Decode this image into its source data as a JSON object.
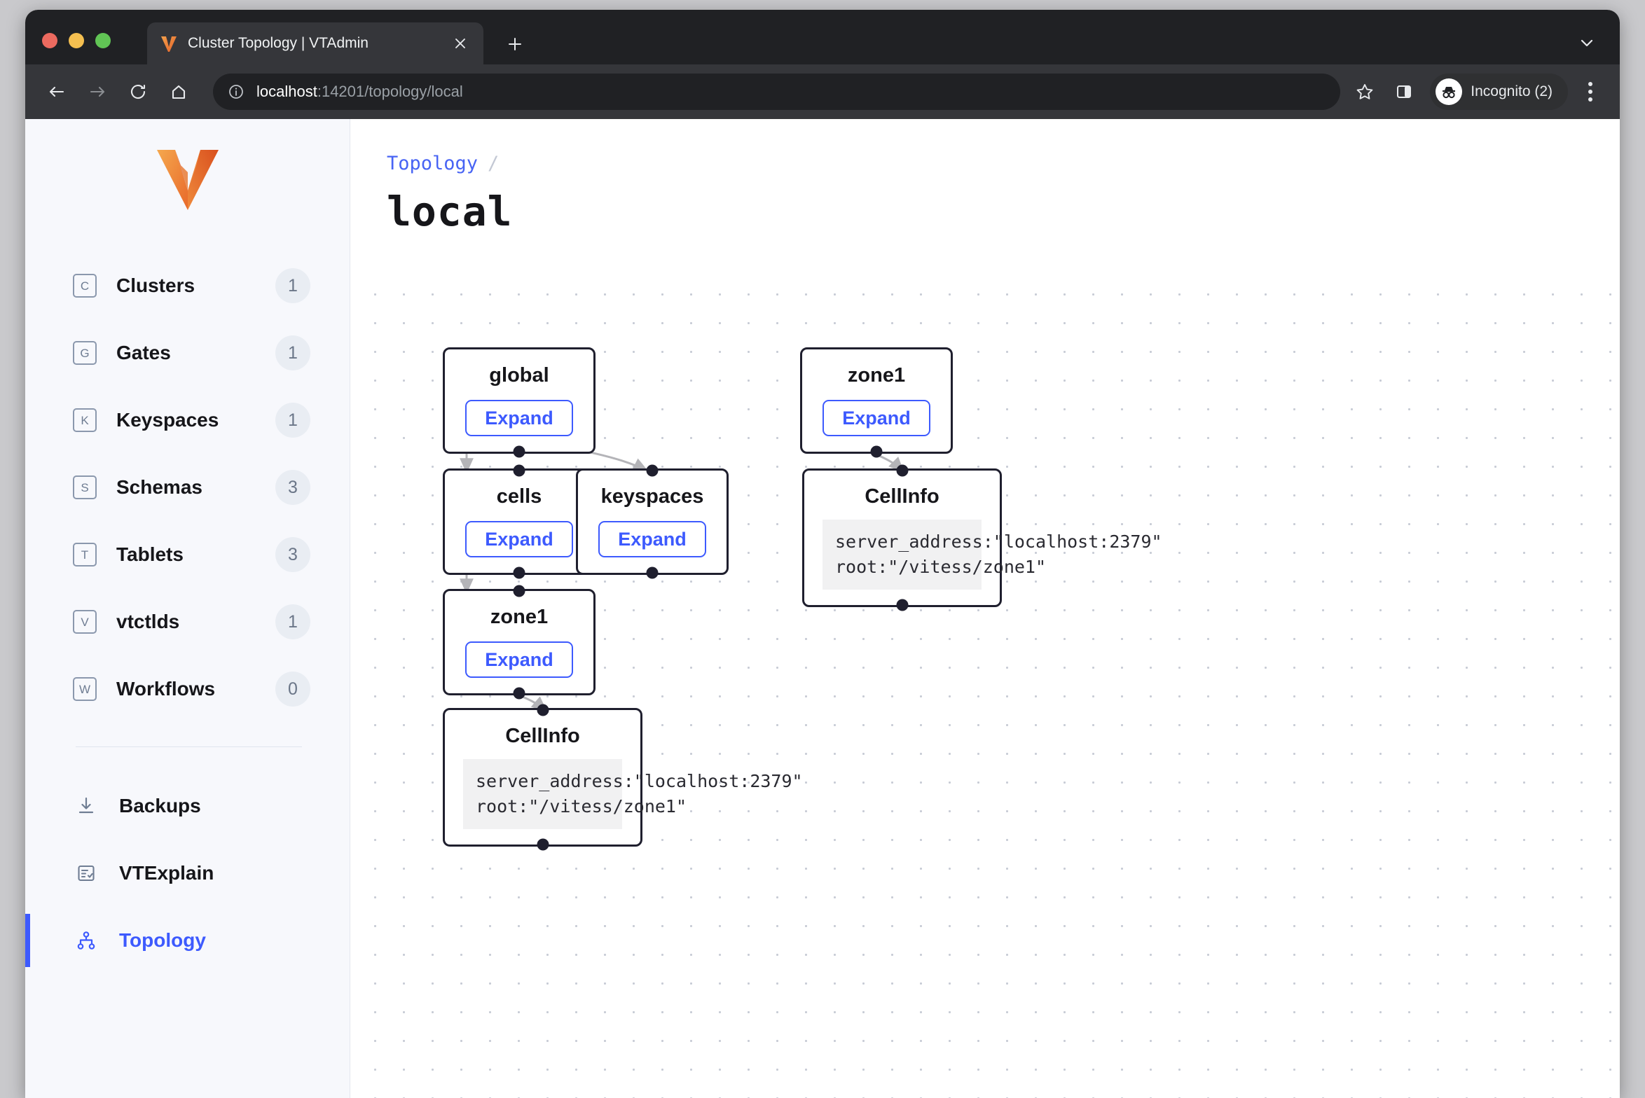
{
  "browser": {
    "tab": {
      "title": "Cluster Topology | VTAdmin",
      "favicon_icon": "vitess-v-icon",
      "close_icon": "close-icon"
    },
    "new_tab_icon": "plus-icon",
    "tab_list_chevron_icon": "chevron-down-icon",
    "toolbar": {
      "back_icon": "back-arrow-icon",
      "forward_icon": "forward-arrow-icon",
      "reload_icon": "reload-icon",
      "home_icon": "home-icon",
      "site_info_icon": "info-circle-icon",
      "url_host": "localhost",
      "url_rest": ":14201/topology/local",
      "bookmark_icon": "star-icon",
      "side_panel_icon": "side-panel-icon",
      "profile_icon": "incognito-avatar-icon",
      "profile_label": "Incognito (2)",
      "menu_icon": "kebab-menu-icon"
    }
  },
  "sidebar": {
    "logo_icon": "vitess-logo-icon",
    "primary": [
      {
        "icon": "letter-c-icon",
        "letter": "C",
        "label": "Clusters",
        "badge": "1"
      },
      {
        "icon": "letter-g-icon",
        "letter": "G",
        "label": "Gates",
        "badge": "1"
      },
      {
        "icon": "letter-k-icon",
        "letter": "K",
        "label": "Keyspaces",
        "badge": "1"
      },
      {
        "icon": "letter-s-icon",
        "letter": "S",
        "label": "Schemas",
        "badge": "3"
      },
      {
        "icon": "letter-t-icon",
        "letter": "T",
        "label": "Tablets",
        "badge": "3"
      },
      {
        "icon": "letter-v-icon",
        "letter": "V",
        "label": "vtctlds",
        "badge": "1"
      },
      {
        "icon": "letter-w-icon",
        "letter": "W",
        "label": "Workflows",
        "badge": "0"
      }
    ],
    "secondary": [
      {
        "icon": "download-icon",
        "label": "Backups",
        "active": false
      },
      {
        "icon": "list-check-icon",
        "label": "VTExplain",
        "active": false
      },
      {
        "icon": "topology-icon",
        "label": "Topology",
        "active": true
      }
    ]
  },
  "main": {
    "breadcrumb": {
      "link": "Topology",
      "separator": "/"
    },
    "title": "local"
  },
  "graph": {
    "expand_label": "Expand",
    "nodes": [
      {
        "id": "global",
        "title": "global",
        "type": "expandable"
      },
      {
        "id": "zone1_top",
        "title": "zone1",
        "type": "expandable"
      },
      {
        "id": "cells",
        "title": "cells",
        "type": "expandable"
      },
      {
        "id": "keyspaces",
        "title": "keyspaces",
        "type": "expandable"
      },
      {
        "id": "cellinfo_r",
        "title": "CellInfo",
        "type": "info",
        "code": "server_address:\"localhost:2379\"\nroot:\"/vitess/zone1\""
      },
      {
        "id": "zone1_mid",
        "title": "zone1",
        "type": "expandable"
      },
      {
        "id": "cellinfo_b",
        "title": "CellInfo",
        "type": "info",
        "code": "server_address:\"localhost:2379\"\nroot:\"/vitess/zone1\""
      }
    ],
    "edges": [
      {
        "from": "global",
        "to": "cells"
      },
      {
        "from": "global",
        "to": "keyspaces"
      },
      {
        "from": "zone1_top",
        "to": "cellinfo_r"
      },
      {
        "from": "cells",
        "to": "zone1_mid"
      },
      {
        "from": "zone1_mid",
        "to": "cellinfo_b"
      }
    ]
  },
  "colors": {
    "accent": "#3d5afe",
    "node_border": "#1f1f2e",
    "edge": "#b4b4b8",
    "sidebar_bg": "#f7f8fc"
  }
}
